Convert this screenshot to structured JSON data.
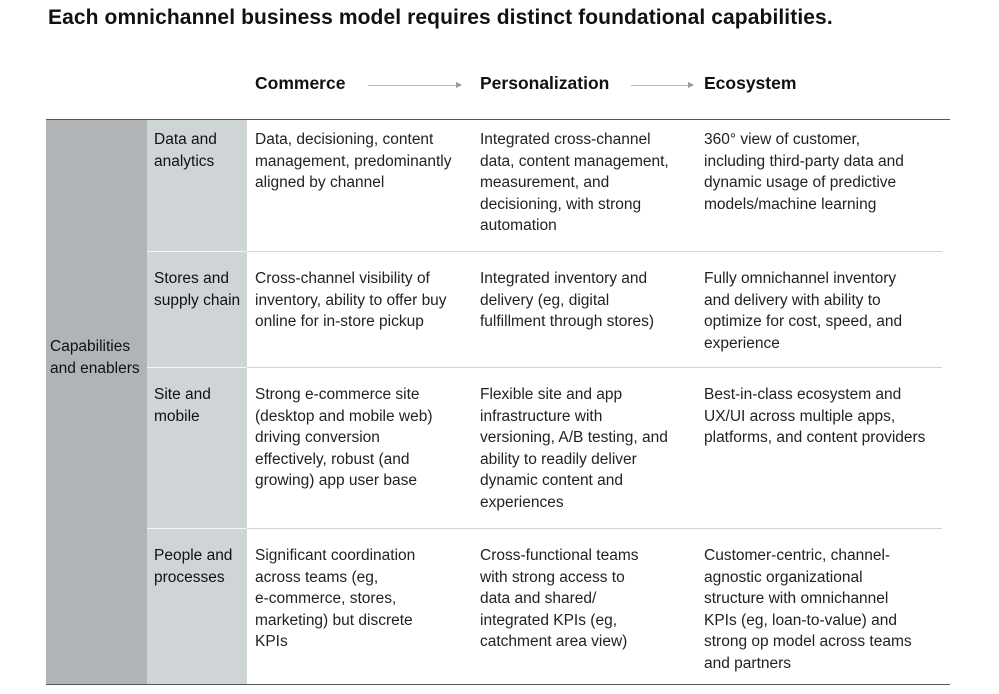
{
  "title": "Each omnichannel business model requires distinct foundational capabilities.",
  "columns": [
    "Commerce",
    "Personalization",
    "Ecosystem"
  ],
  "group_label": "Capabilities and enablers",
  "rows": [
    {
      "label": "Data and analytics",
      "cells": [
        [
          "Data, decisioning, content",
          "management, predominantly",
          "aligned by channel"
        ],
        [
          "Integrated cross-channel",
          "data, content management,",
          "measurement, and",
          "decisioning, with strong",
          "automation"
        ],
        [
          "360° view of customer,",
          "including third-party data and",
          "dynamic usage of predictive",
          "models/machine learning"
        ]
      ]
    },
    {
      "label": "Stores and supply chain",
      "cells": [
        [
          "Cross-channel visibility of",
          "inventory, ability to offer buy",
          "online for in-store pickup"
        ],
        [
          "Integrated inventory and",
          "delivery (eg, digital",
          "fulfillment through stores)"
        ],
        [
          "Fully omnichannel inventory",
          "and delivery with ability to",
          "optimize for cost, speed, and",
          "experience"
        ]
      ]
    },
    {
      "label": "Site and mobile",
      "cells": [
        [
          "Strong e-commerce site",
          "(desktop and mobile web)",
          "driving conversion",
          "effectively, robust (and",
          "growing) app user base"
        ],
        [
          "Flexible site and app",
          "infrastructure with",
          "versioning, A/B testing, and",
          "ability to readily deliver",
          "dynamic content and",
          "experiences"
        ],
        [
          "Best-in-class ecosystem and",
          "UX/UI across multiple apps,",
          "platforms, and content providers"
        ]
      ]
    },
    {
      "label": "People and processes",
      "cells": [
        [
          "Significant coordination",
          "across teams (eg,",
          "e-commerce, stores,",
          "marketing) but discrete",
          "KPIs"
        ],
        [
          "Cross-functional teams",
          "with strong access to",
          "data and shared/",
          "integrated KPIs (eg,",
          "catchment area view)"
        ],
        [
          "Customer-centric, channel-",
          "agnostic organizational",
          "structure with omnichannel",
          "KPIs (eg, loan-to-value) and",
          "strong op model across teams",
          "and partners"
        ]
      ]
    }
  ]
}
